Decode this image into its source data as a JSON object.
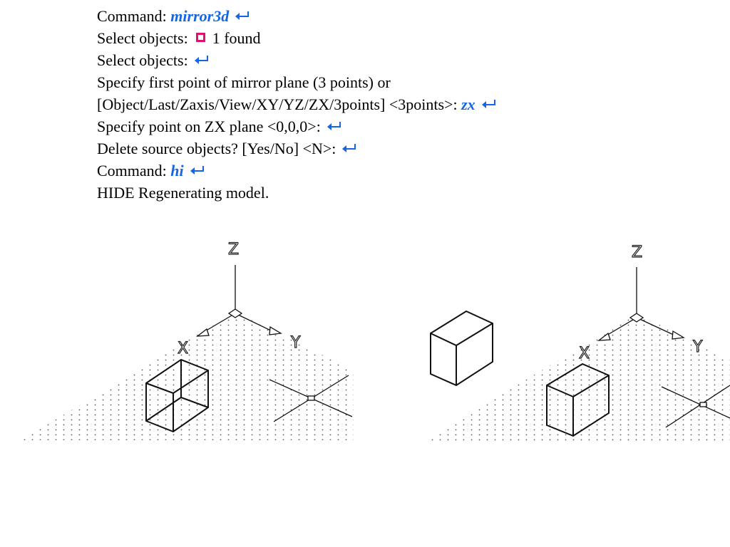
{
  "command_log": {
    "line1": {
      "prompt": "Command:",
      "input": "mirror3d"
    },
    "line2": {
      "prompt": "Select objects:",
      "result": "1 found"
    },
    "line3": {
      "prompt": "Select objects:"
    },
    "line4": {
      "text": "Specify first point of mirror plane (3 points) or"
    },
    "line5": {
      "prompt": "[Object/Last/Zaxis/View/XY/YZ/ZX/3points] <3points>:",
      "input": "zx"
    },
    "line6": {
      "prompt": "Specify point on ZX plane <0,0,0>:"
    },
    "line7": {
      "prompt": "Delete source objects? [Yes/No] <N>:"
    },
    "line8": {
      "prompt": "Command:",
      "input": "hi"
    },
    "line9": {
      "text": "HIDE Regenerating model."
    }
  },
  "viewports": {
    "left": {
      "axis_z": "Z",
      "axis_x": "X",
      "axis_y": "Y"
    },
    "right": {
      "axis_z": "Z",
      "axis_x": "X",
      "axis_y": "Y"
    }
  },
  "colors": {
    "input": "#1565e6",
    "pickbox": "#e01070",
    "lines": "#111111"
  },
  "icons": {
    "enter": "enter-key-icon",
    "pickbox": "pickbox-icon"
  }
}
